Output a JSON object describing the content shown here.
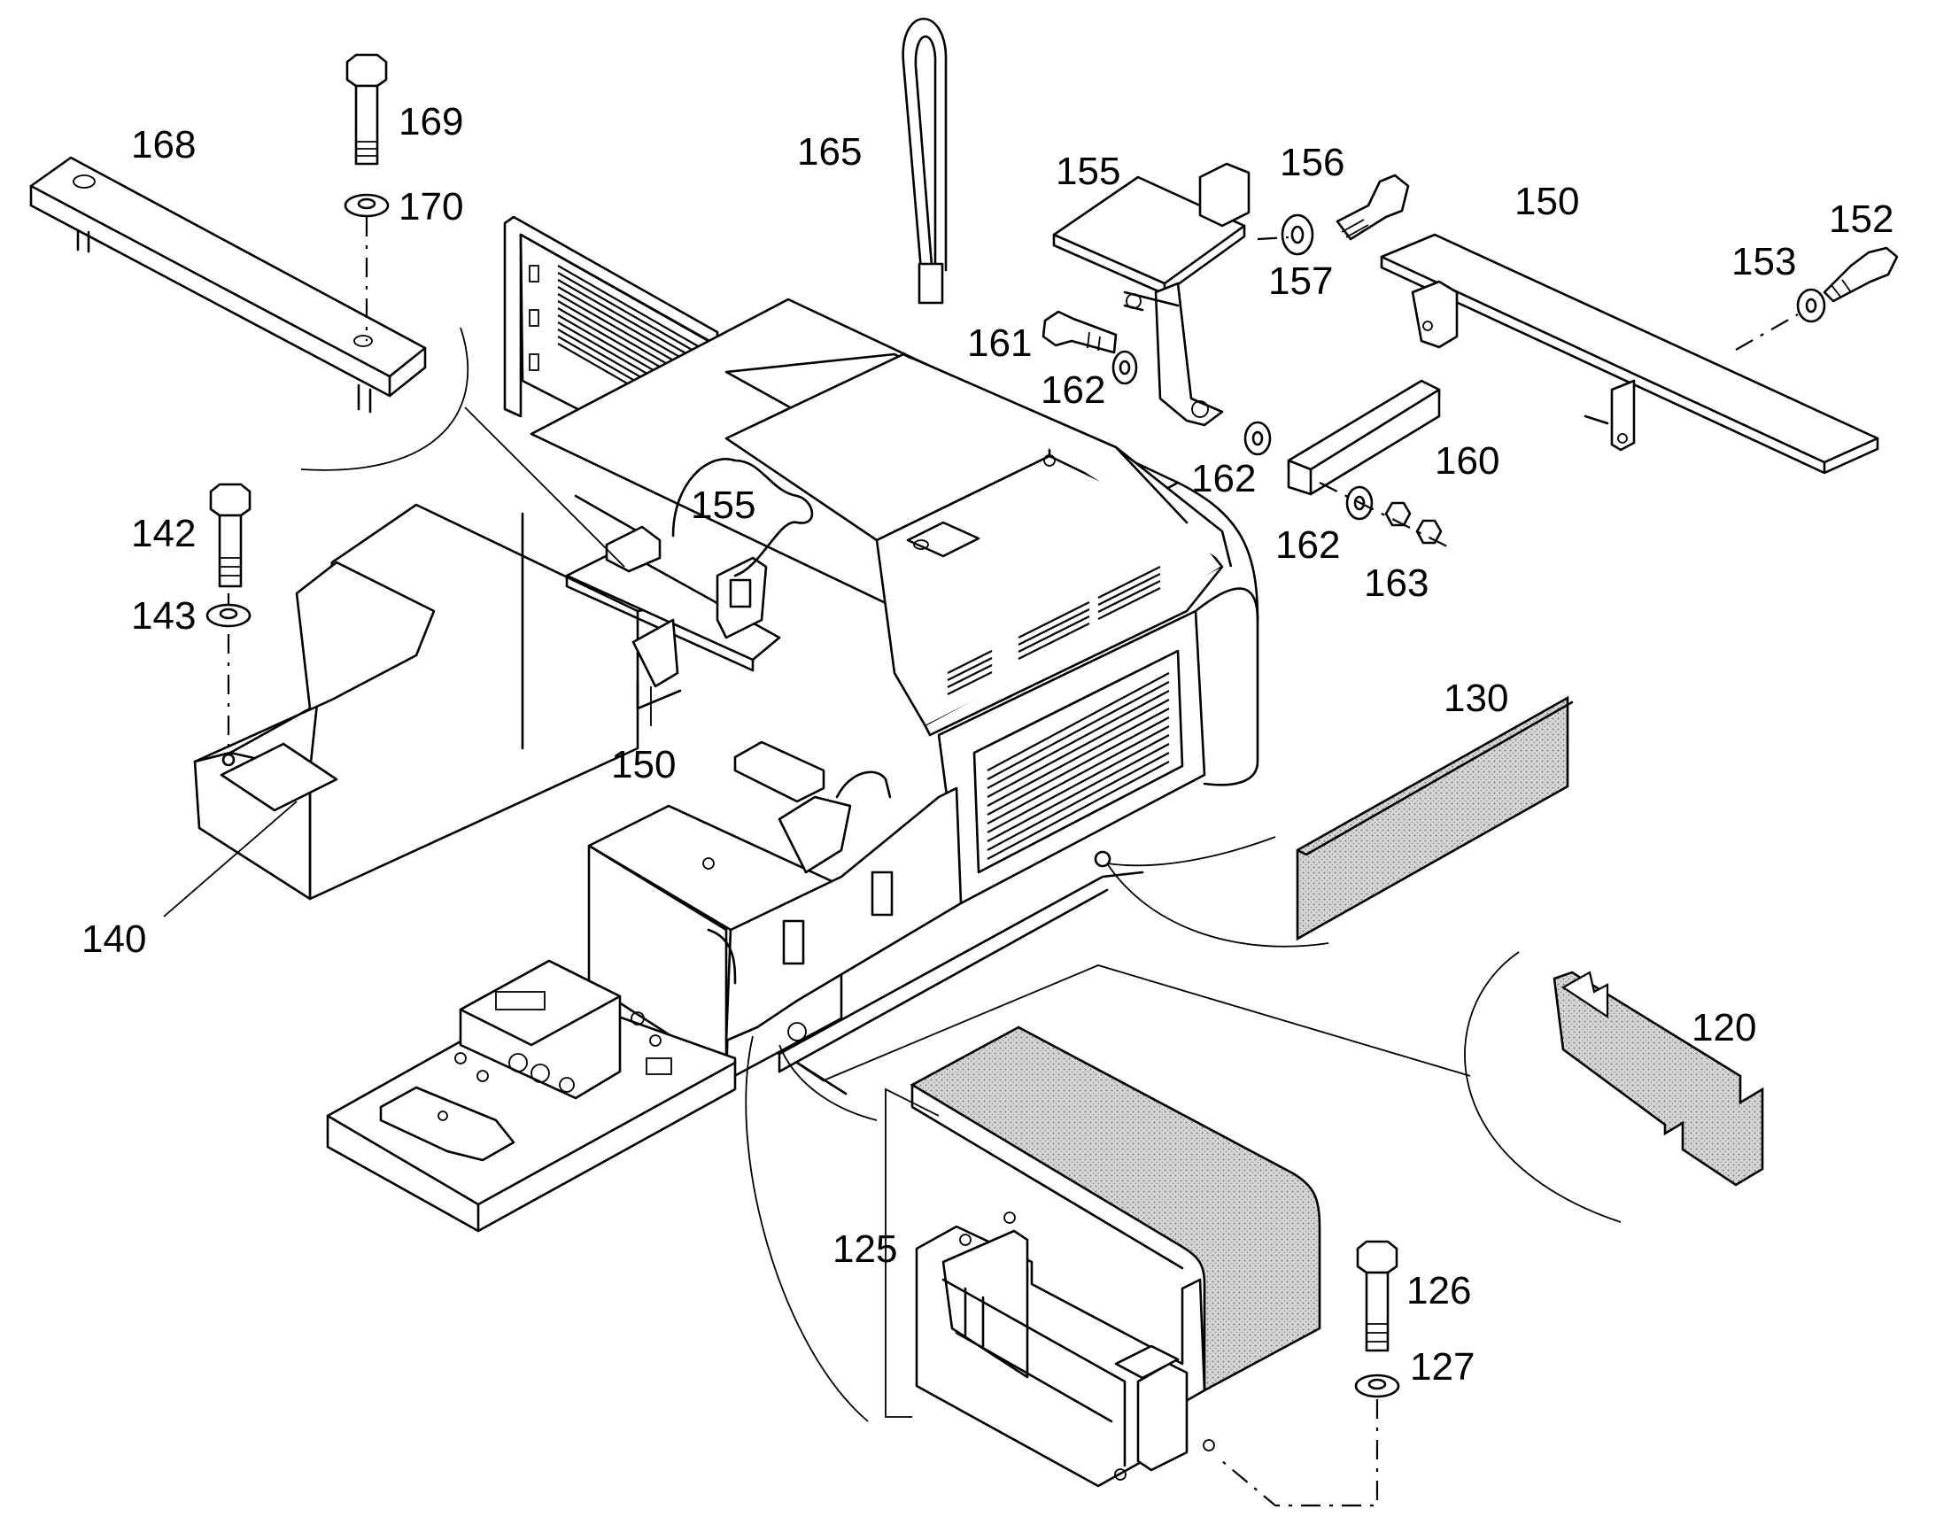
{
  "labels": {
    "p120": "120",
    "p125": "125",
    "p126": "126",
    "p127": "127",
    "p130": "130",
    "p140": "140",
    "p142": "142",
    "p143": "143",
    "p150_main": "150",
    "p150_lower": "150",
    "p152": "152",
    "p153": "153",
    "p155_bracket": "155",
    "p155_inner": "155",
    "p156": "156",
    "p157": "157",
    "p160": "160",
    "p161": "161",
    "p162_a": "162",
    "p162_b": "162",
    "p162_c": "162",
    "p163": "163",
    "p165": "165",
    "p168": "168",
    "p169": "169",
    "p170": "170"
  },
  "colors": {
    "line": "#000000",
    "background": "#ffffff",
    "foam_fill": "#cfcfcf"
  }
}
